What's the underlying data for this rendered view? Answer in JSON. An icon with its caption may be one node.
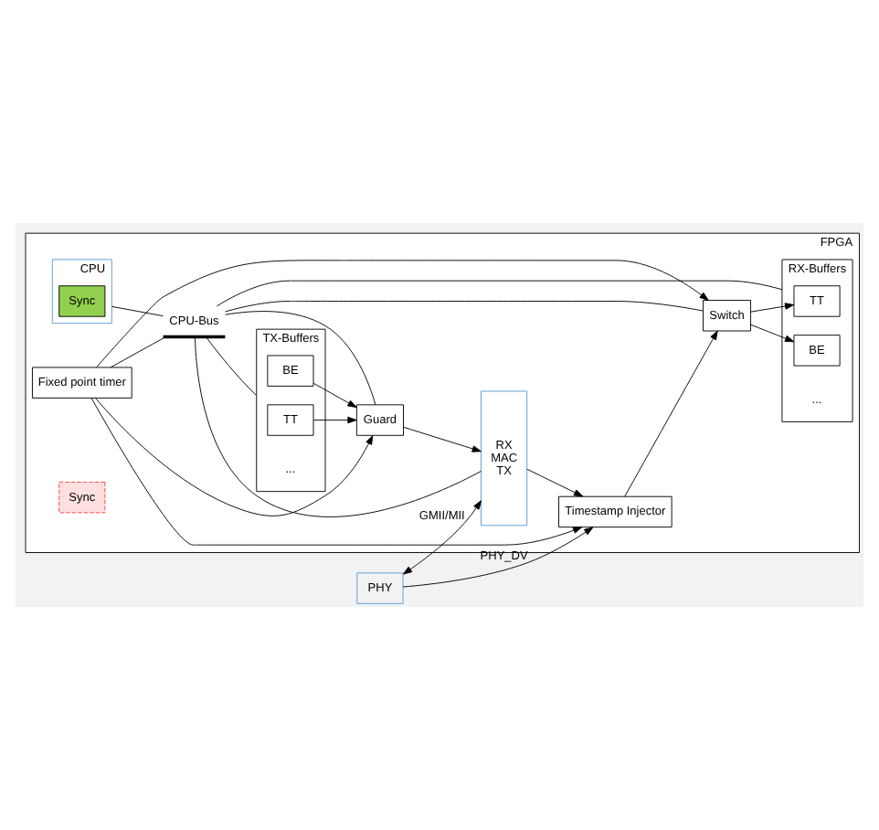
{
  "diagram": {
    "nodes": [
      {
        "text": [
          "FPGA"
        ]
      },
      {
        "text": [
          "CPU"
        ],
        "in": 0
      },
      {
        "text": [
          "Sync"
        ],
        "in": 1
      },
      {
        "text": [
          "CPU-Bus"
        ],
        "in": 0
      },
      {
        "text": [
          "RX-Buffers"
        ],
        "in": 0
      },
      {
        "text": [
          "TT"
        ],
        "in": 4
      },
      {
        "text": [
          "BE"
        ],
        "in": 4
      },
      {
        "text": [
          "Switch"
        ],
        "in": 0
      },
      {
        "text": [
          "Timestamp Injector"
        ],
        "in": 0
      },
      {
        "text": [
          "Fixed point timer"
        ],
        "in": 0
      },
      {
        "text": [
          "RX",
          "MAC",
          "TX"
        ],
        "in": 0
      },
      {
        "text": [
          "Sync"
        ],
        "in": 0
      },
      {
        "text": [
          "TX-Buffers"
        ],
        "in": 0
      },
      {
        "text": [
          "TT"
        ],
        "in": 12
      },
      {
        "text": [
          "BE"
        ],
        "in": 12
      },
      {
        "text": [
          "Guard"
        ],
        "in": 0
      },
      {
        "text": [
          "PHY"
        ]
      }
    ],
    "edges": [
      {
        "from": 1,
        "to": 3,
        "arrow": "none"
      },
      {
        "from": 3,
        "to": 4,
        "arrow": "none"
      },
      {
        "from": 3,
        "to": 7,
        "arrow": "none"
      },
      {
        "from": 3,
        "to": 10,
        "arrow": "none"
      },
      {
        "from": 3,
        "to": 12,
        "arrow": "none"
      },
      {
        "from": 3,
        "to": 15,
        "arrow": "none"
      },
      {
        "from": 7,
        "to": 5,
        "arrow": "to"
      },
      {
        "from": 7,
        "to": 6,
        "arrow": "to"
      },
      {
        "from": 8,
        "to": 7,
        "arrow": "to"
      },
      {
        "from": 9,
        "to": 7,
        "arrow": "to"
      },
      {
        "from": 9,
        "to": 8,
        "arrow": "to"
      },
      {
        "from": 9,
        "to": 3,
        "arrow": "none"
      },
      {
        "from": 9,
        "to": 15,
        "arrow": "to"
      },
      {
        "from": 10,
        "to": 8,
        "arrow": "to"
      },
      {
        "from": 13,
        "to": 15,
        "arrow": "to"
      },
      {
        "from": 14,
        "to": 15,
        "arrow": "to"
      },
      {
        "from": 15,
        "to": 10,
        "arrow": "to"
      },
      {
        "from": 16,
        "to": 10,
        "arrow": "both",
        "label": "GMII/MII"
      },
      {
        "from": 16,
        "to": 8,
        "arrow": "to",
        "label": "PHY_DV"
      }
    ],
    "labels": [
      "...",
      "..."
    ]
  }
}
